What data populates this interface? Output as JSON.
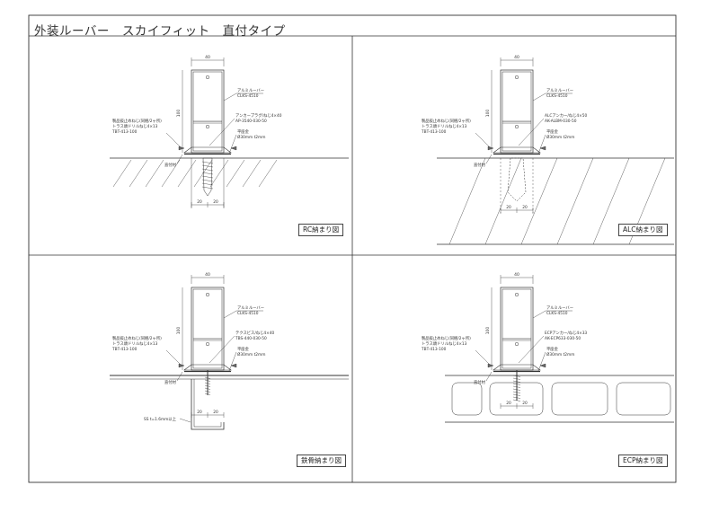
{
  "title": "外装ルーバー　スカイフィット　直付タイプ",
  "dims": {
    "width": "40",
    "height": "100",
    "foot_a": "20",
    "foot_b": "20",
    "inner": "40"
  },
  "panels": [
    {
      "id": "rc",
      "tag": "RC納まり図",
      "leader_left": [
        "製品抜止めねじ(同梱/2ヶ所)",
        "トラス頭ドリルねじ4×13",
        "TBT-413-100"
      ],
      "leader_right": [
        "アルミルーバー",
        "CLKS-4510"
      ],
      "anchor": [
        "アンカープラグ/ねじ4×40",
        "AP-3540-030-50"
      ],
      "spacer": [
        "平座金",
        "Ø30mm t2mm"
      ],
      "fix_label": "直付材"
    },
    {
      "id": "alc",
      "tag": "ALC納まり図",
      "leader_left": [
        "製品抜止めねじ(同梱/2ヶ所)",
        "トラス頭ドリルねじ4×13",
        "TBT-413-100"
      ],
      "leader_right": [
        "アルミルーバー",
        "CLKS-4510"
      ],
      "anchor": [
        "ALCアンカー/ねじ4×50",
        "AK-ALBM-030-50"
      ],
      "spacer": [
        "平座金",
        "Ø30mm t2mm"
      ],
      "fix_label": "直付材"
    },
    {
      "id": "steel",
      "tag": "鉄骨納まり図",
      "leader_left": [
        "製品抜止めねじ(同梱/2ヶ所)",
        "トラス頭ドリルねじ4×13",
        "TBT-413-100"
      ],
      "leader_right": [
        "アルミルーバー",
        "CLKS-4510"
      ],
      "anchor": [
        "テクスビス/ねじ4×40",
        "TBS-440-030-50"
      ],
      "spacer": [
        "平座金",
        "Ø30mm t2mm"
      ],
      "fix_label": "直付材",
      "steel_note": "SS  t=1.6mm以上"
    },
    {
      "id": "ecp",
      "tag": "ECP納まり図",
      "leader_left": [
        "製品抜止めねじ(同梱/2ヶ所)",
        "トラス頭ドリルねじ4×13",
        "TBT-413-100"
      ],
      "leader_right": [
        "アルミルーバー",
        "CLKS-4510"
      ],
      "anchor": [
        "ECPアンカー/ねじ4×33",
        "AK-ECP633-030-50"
      ],
      "spacer": [
        "平座金",
        "Ø30mm t2mm"
      ],
      "fix_label": "直付材"
    }
  ]
}
